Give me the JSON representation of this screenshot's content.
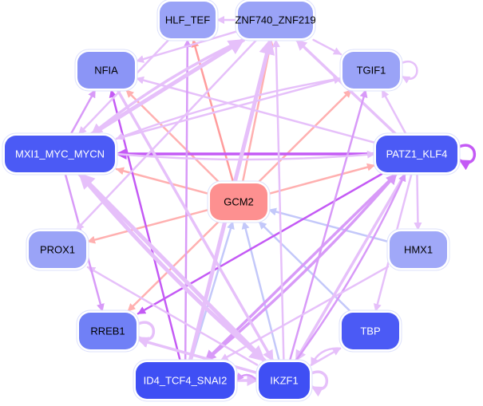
{
  "diagram": {
    "type": "directed-network",
    "nodes": [
      {
        "id": "HLF_TEF",
        "label": "HLF_TEF",
        "fill": "#9AA3F7",
        "text_color": "#000000"
      },
      {
        "id": "ZNF740_ZNF219",
        "label": "ZNF740_ZNF219",
        "fill": "#9AA3F7",
        "text_color": "#000000"
      },
      {
        "id": "NFIA",
        "label": "NFIA",
        "fill": "#8B95F6",
        "text_color": "#000000"
      },
      {
        "id": "TGIF1",
        "label": "TGIF1",
        "fill": "#9AA3F7",
        "text_color": "#000000"
      },
      {
        "id": "MXI1_MYC_MYCN",
        "label": "MXI1_MYC_MYCN",
        "fill": "#4B5AF5",
        "text_color": "#ffffff"
      },
      {
        "id": "PATZ1_KLF4",
        "label": "PATZ1_KLF4",
        "fill": "#4B5AF5",
        "text_color": "#ffffff"
      },
      {
        "id": "GCM2",
        "label": "GCM2",
        "fill": "#FD9090",
        "text_color": "#000000"
      },
      {
        "id": "PROX1",
        "label": "PROX1",
        "fill": "#9AA3F7",
        "text_color": "#000000"
      },
      {
        "id": "HMX1",
        "label": "HMX1",
        "fill": "#A0A8F8",
        "text_color": "#000000"
      },
      {
        "id": "RREB1",
        "label": "RREB1",
        "fill": "#7080F6",
        "text_color": "#000000"
      },
      {
        "id": "TBP",
        "label": "TBP",
        "fill": "#4B5AF5",
        "text_color": "#ffffff"
      },
      {
        "id": "ID4_TCF4_SNAI2",
        "label": "ID4_TCF4_SNAI2",
        "fill": "#3F4FF4",
        "text_color": "#ffffff"
      },
      {
        "id": "IKZF1",
        "label": "IKZF1",
        "fill": "#3F4FF4",
        "text_color": "#ffffff"
      }
    ],
    "edge_colors": {
      "strong_purple": "#C45AF5",
      "mid_purple": "#D89AF8",
      "light_purple": "#E6C0FA",
      "salmon": "#FFB0B0",
      "dark_salmon": "#FF9C9C",
      "periwinkle": "#C3C8FA"
    },
    "edges": [
      {
        "from": "GCM2",
        "to": "HLF_TEF",
        "color": "dark_salmon",
        "weight": 2
      },
      {
        "from": "GCM2",
        "to": "ZNF740_ZNF219",
        "color": "salmon",
        "weight": 2
      },
      {
        "from": "GCM2",
        "to": "NFIA",
        "color": "salmon",
        "weight": 2
      },
      {
        "from": "GCM2",
        "to": "TGIF1",
        "color": "salmon",
        "weight": 2
      },
      {
        "from": "GCM2",
        "to": "MXI1_MYC_MYCN",
        "color": "salmon",
        "weight": 2
      },
      {
        "from": "GCM2",
        "to": "PATZ1_KLF4",
        "color": "salmon",
        "weight": 2
      },
      {
        "from": "GCM2",
        "to": "PROX1",
        "color": "salmon",
        "weight": 2
      },
      {
        "from": "GCM2",
        "to": "RREB1",
        "color": "salmon",
        "weight": 2
      },
      {
        "from": "HMX1",
        "to": "GCM2",
        "color": "periwinkle",
        "weight": 2
      },
      {
        "from": "TBP",
        "to": "GCM2",
        "color": "periwinkle",
        "weight": 2
      },
      {
        "from": "IKZF1",
        "to": "GCM2",
        "color": "periwinkle",
        "weight": 2
      },
      {
        "from": "ID4_TCF4_SNAI2",
        "to": "GCM2",
        "color": "periwinkle",
        "weight": 2
      },
      {
        "from": "PATZ1_KLF4",
        "to": "MXI1_MYC_MYCN",
        "color": "strong_purple",
        "weight": 3
      },
      {
        "from": "PATZ1_KLF4",
        "to": "PATZ1_KLF4",
        "color": "strong_purple",
        "weight": 3
      },
      {
        "from": "PATZ1_KLF4",
        "to": "TGIF1",
        "color": "light_purple",
        "weight": 2
      },
      {
        "from": "PATZ1_KLF4",
        "to": "HMX1",
        "color": "light_purple",
        "weight": 2
      },
      {
        "from": "PATZ1_KLF4",
        "to": "TBP",
        "color": "light_purple",
        "weight": 2
      },
      {
        "from": "PATZ1_KLF4",
        "to": "RREB1",
        "color": "strong_purple",
        "weight": 2
      },
      {
        "from": "PATZ1_KLF4",
        "to": "ZNF740_ZNF219",
        "color": "light_purple",
        "weight": 3
      },
      {
        "from": "PATZ1_KLF4",
        "to": "ID4_TCF4_SNAI2",
        "color": "mid_purple",
        "weight": 3
      },
      {
        "from": "PATZ1_KLF4",
        "to": "IKZF1",
        "color": "light_purple",
        "weight": 3
      },
      {
        "from": "PATZ1_KLF4",
        "to": "NFIA",
        "color": "light_purple",
        "weight": 2
      },
      {
        "from": "ID4_TCF4_SNAI2",
        "to": "NFIA",
        "color": "strong_purple",
        "weight": 2
      },
      {
        "from": "ID4_TCF4_SNAI2",
        "to": "HLF_TEF",
        "color": "mid_purple",
        "weight": 2
      },
      {
        "from": "ID4_TCF4_SNAI2",
        "to": "ZNF740_ZNF219",
        "color": "light_purple",
        "weight": 4
      },
      {
        "from": "ID4_TCF4_SNAI2",
        "to": "IKZF1",
        "color": "light_purple",
        "weight": 3
      },
      {
        "from": "ID4_TCF4_SNAI2",
        "to": "PATZ1_KLF4",
        "color": "mid_purple",
        "weight": 3
      },
      {
        "from": "IKZF1",
        "to": "IKZF1",
        "color": "light_purple",
        "weight": 3
      },
      {
        "from": "IKZF1",
        "to": "ID4_TCF4_SNAI2",
        "color": "mid_purple",
        "weight": 2
      },
      {
        "from": "IKZF1",
        "to": "TGIF1",
        "color": "mid_purple",
        "weight": 2
      },
      {
        "from": "IKZF1",
        "to": "ZNF740_ZNF219",
        "color": "light_purple",
        "weight": 2
      },
      {
        "from": "IKZF1",
        "to": "PATZ1_KLF4",
        "color": "mid_purple",
        "weight": 2
      },
      {
        "from": "IKZF1",
        "to": "RREB1",
        "color": "light_purple",
        "weight": 3
      },
      {
        "from": "IKZF1",
        "to": "PROX1",
        "color": "light_purple",
        "weight": 2
      },
      {
        "from": "IKZF1",
        "to": "TBP",
        "color": "light_purple",
        "weight": 2
      },
      {
        "from": "IKZF1",
        "to": "MXI1_MYC_MYCN",
        "color": "light_purple",
        "weight": 4
      },
      {
        "from": "RREB1",
        "to": "RREB1",
        "color": "light_purple",
        "weight": 3
      },
      {
        "from": "MXI1_MYC_MYCN",
        "to": "NFIA",
        "color": "mid_purple",
        "weight": 2
      },
      {
        "from": "MXI1_MYC_MYCN",
        "to": "ZNF740_ZNF219",
        "color": "light_purple",
        "weight": 4
      },
      {
        "from": "MXI1_MYC_MYCN",
        "to": "RREB1",
        "color": "mid_purple",
        "weight": 2
      },
      {
        "from": "MXI1_MYC_MYCN",
        "to": "IKZF1",
        "color": "light_purple",
        "weight": 4
      },
      {
        "from": "MXI1_MYC_MYCN",
        "to": "TGIF1",
        "color": "light_purple",
        "weight": 2
      },
      {
        "from": "MXI1_MYC_MYCN",
        "to": "PATZ1_KLF4",
        "color": "light_purple",
        "weight": 2
      },
      {
        "from": "TGIF1",
        "to": "TGIF1",
        "color": "light_purple",
        "weight": 2
      },
      {
        "from": "TGIF1",
        "to": "MXI1_MYC_MYCN",
        "color": "light_purple",
        "weight": 2
      },
      {
        "from": "ZNF740_ZNF219",
        "to": "TGIF1",
        "color": "light_purple",
        "weight": 2
      },
      {
        "from": "ZNF740_ZNF219",
        "to": "NFIA",
        "color": "light_purple",
        "weight": 2
      },
      {
        "from": "ZNF740_ZNF219",
        "to": "HLF_TEF",
        "color": "light_purple",
        "weight": 2
      },
      {
        "from": "ZNF740_ZNF219",
        "to": "PROX1",
        "color": "light_purple",
        "weight": 2
      },
      {
        "from": "ZNF740_ZNF219",
        "to": "MXI1_MYC_MYCN",
        "color": "light_purple",
        "weight": 3
      },
      {
        "from": "HMX1",
        "to": "ID4_TCF4_SNAI2",
        "color": "light_purple",
        "weight": 2
      },
      {
        "from": "TBP",
        "to": "IKZF1",
        "color": "light_purple",
        "weight": 2
      },
      {
        "from": "NFIA",
        "to": "IKZF1",
        "color": "light_purple",
        "weight": 3
      },
      {
        "from": "HLF_TEF",
        "to": "MXI1_MYC_MYCN",
        "color": "light_purple",
        "weight": 2
      }
    ]
  }
}
